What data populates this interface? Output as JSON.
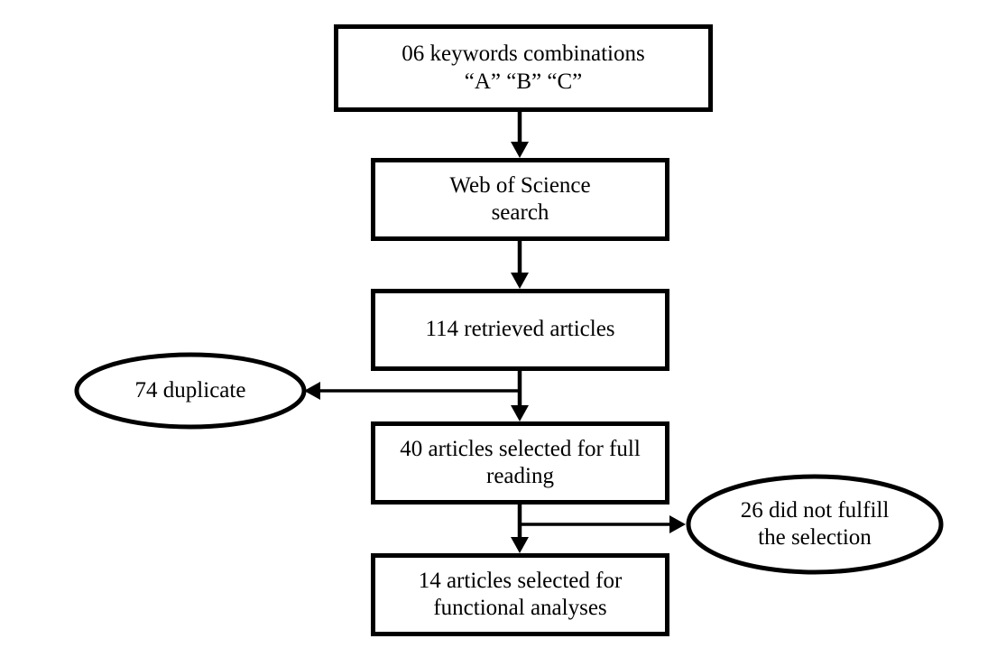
{
  "diagram": {
    "title": "Article selection flow diagram",
    "background_color": "#ffffff",
    "line_color": "#000000",
    "text_color": "#000000",
    "nodes": [
      {
        "id": "keywords",
        "shape": "rectangle",
        "label": "06 keywords combinations\n“A” “B” “C”"
      },
      {
        "id": "search",
        "shape": "rectangle",
        "label": "Web of Science\nsearch"
      },
      {
        "id": "retrieved",
        "shape": "rectangle",
        "label": "114 retrieved articles"
      },
      {
        "id": "duplicate",
        "shape": "ellipse",
        "label": "74 duplicate"
      },
      {
        "id": "full-reading",
        "shape": "rectangle",
        "label": "40 articles selected for full\nreading"
      },
      {
        "id": "not-fulfill",
        "shape": "ellipse",
        "label": "26 did not fulfill\nthe selection"
      },
      {
        "id": "functional",
        "shape": "rectangle",
        "label": "14 articles selected for\nfunctional analyses"
      }
    ],
    "edges": [
      {
        "id": "keywords-to-search",
        "from": "keywords",
        "to": "search",
        "direction": "down"
      },
      {
        "id": "search-to-retrieved",
        "from": "search",
        "to": "retrieved",
        "direction": "down"
      },
      {
        "id": "retrieved-to-full-reading",
        "from": "retrieved",
        "to": "full-reading",
        "direction": "down"
      },
      {
        "id": "retrieved-to-duplicate",
        "from": "retrieved",
        "to": "duplicate",
        "direction": "left"
      },
      {
        "id": "full-reading-to-functional",
        "from": "full-reading",
        "to": "functional",
        "direction": "down"
      },
      {
        "id": "full-reading-to-not-fulfill",
        "from": "full-reading",
        "to": "not-fulfill",
        "direction": "right"
      }
    ]
  }
}
